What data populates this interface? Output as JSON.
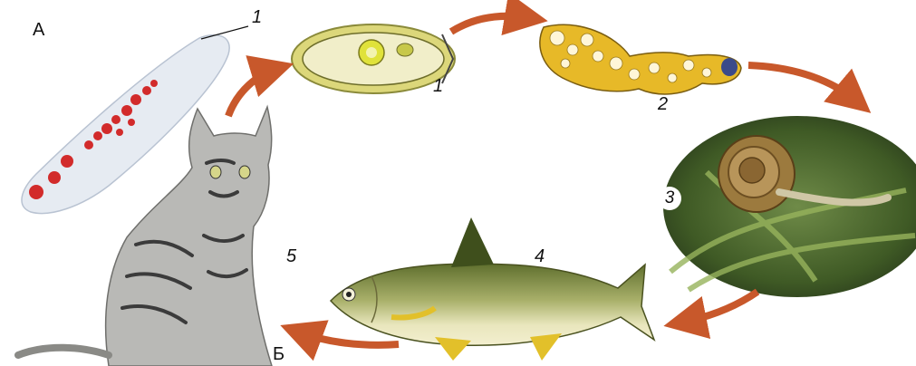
{
  "labels": {
    "section_a": "А",
    "section_b": "Б",
    "worm_mouth_num": "1",
    "egg_num": "1",
    "larva_num": "2",
    "snail_num": "3",
    "fish_num": "4",
    "cat_num": "5"
  },
  "colors": {
    "arrow": "#c8582b",
    "worm_body": "#e6ebf2",
    "worm_spots": "#d22b2b",
    "egg_fill": "#dcd77a",
    "larva_fill": "#e7b928",
    "snail_bg": "#4f6b2f",
    "fish_back": "#6d7d3a",
    "fish_belly": "#e7e2b0",
    "fish_fins": "#e2c02a",
    "cat_fur": "#b9b9b6",
    "cat_stripes": "#3b3b3b"
  }
}
